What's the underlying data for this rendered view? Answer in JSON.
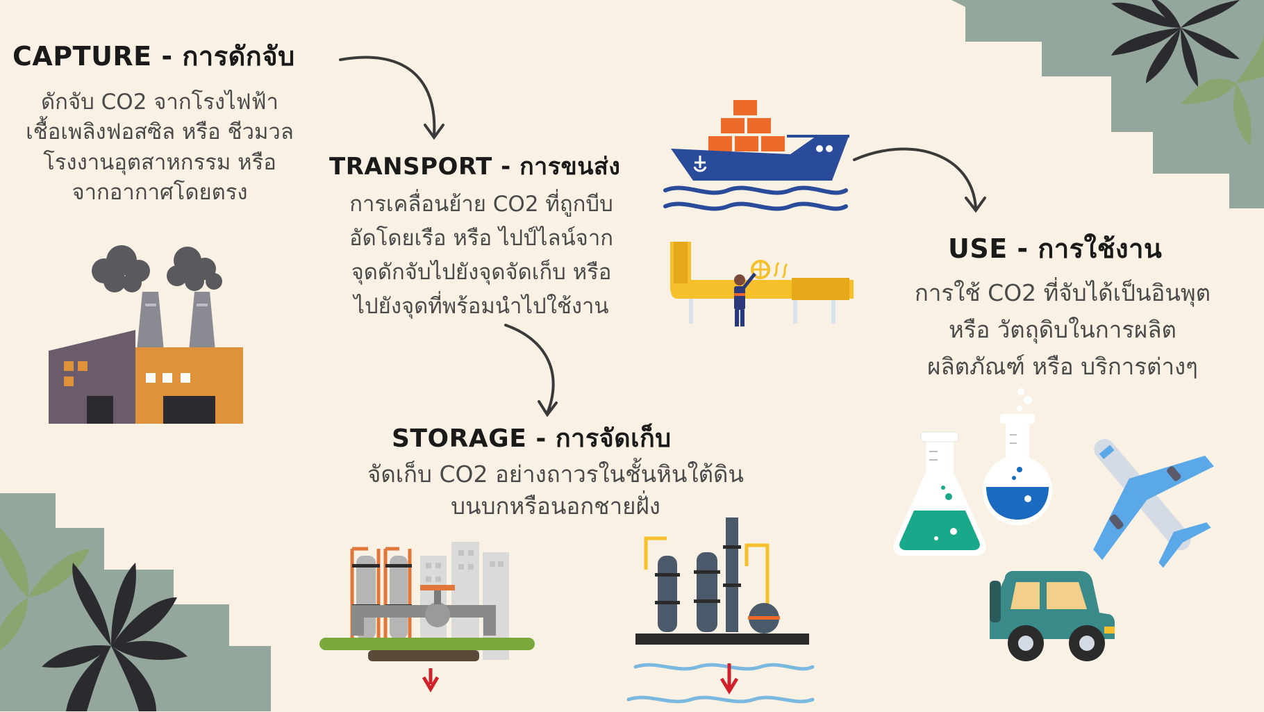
{
  "capture": {
    "heading": "CAPTURE - การดักจับ",
    "body": "ดักจับ CO2 จากโรงไฟฟ้า\nเชื้อเพลิงฟอสซิล หรือ ชีวมวล\nโรงงานอุตสาหกรรม หรือ\nจากอากาศโดยตรง"
  },
  "transport": {
    "heading": "TRANSPORT - การขนส่ง",
    "body": "การเคลื่อนย้าย CO2 ที่ถูกบีบ\nอัดโดยเรือ หรือ ไปป์ไลน์จาก\nจุดดักจับไปยังจุดจัดเก็บ หรือ\nไปยังจุดที่พร้อมนำไปใช้งาน"
  },
  "storage": {
    "heading": "STORAGE - การจัดเก็บ",
    "body": "จัดเก็บ CO2 อย่างถาวรในชั้นหินใต้ดิน\nบนบกหรือนอกชายฝั่ง"
  },
  "use": {
    "heading": "USE - การใช้งาน",
    "body": "การใช้ CO2 ที่จับได้เป็นอินพุต\nหรือ วัตถุดิบในการผลิต\nผลิตภัณฑ์ หรือ บริการต่างๆ"
  },
  "colors": {
    "background": "#f9f1e4",
    "sage": "#93a79c",
    "leaf_dark": "#2b2a2f",
    "leaf_green": "#8aa56a",
    "ship_blue": "#2a4a9a",
    "container_orange": "#ee6a2a",
    "pipe_yellow": "#f5c02a",
    "factory_orange": "#e0923a",
    "factory_purple": "#6b5c6b",
    "plane_blue": "#5aa8e8",
    "car_teal": "#3a8a8a"
  },
  "icons": [
    "factory-icon",
    "cargo-ship-icon",
    "pipeline-worker-icon",
    "onshore-storage-icon",
    "offshore-platform-icon",
    "flask-icon",
    "round-flask-icon",
    "airplane-icon",
    "jeep-icon",
    "arrow-icon",
    "leaf-icon"
  ]
}
